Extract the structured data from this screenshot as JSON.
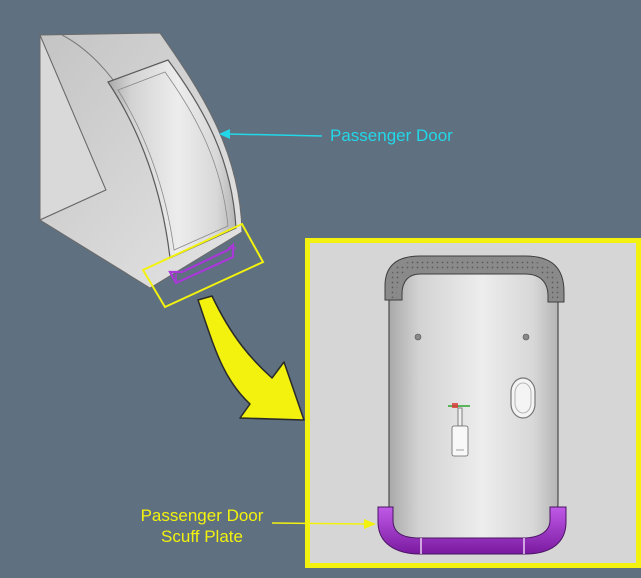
{
  "labels": {
    "passenger_door": "Passenger Door",
    "scuff_plate_line1": "Passenger Door",
    "scuff_plate_line2": "Scuff Plate"
  },
  "colors": {
    "background": "#5f7080",
    "door_callout": "#22d8e8",
    "scuff_callout": "#f2f20e",
    "highlight_frame": "#f2f20e",
    "scuff_plate": "#9a28c4",
    "door_surface": "#c8c8c8",
    "seal_gray": "#7a7a7a"
  },
  "icons": {
    "transition_arrow": "curved-arrow-icon",
    "handle": "door-handle-icon",
    "window": "door-window-icon"
  }
}
